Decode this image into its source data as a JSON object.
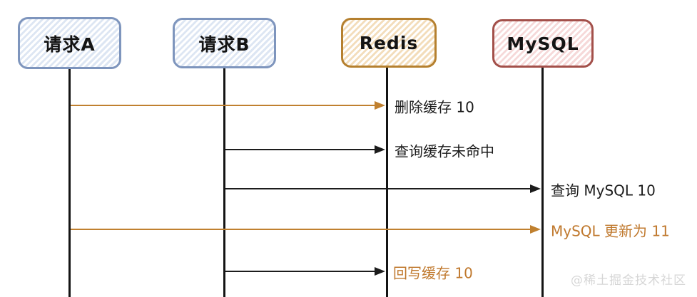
{
  "diagram": {
    "kind": "sequence-diagram",
    "style": "hand-drawn-hachure",
    "actors": [
      {
        "id": "request-a",
        "label": "请求A",
        "border_color": "#7e95bd",
        "stripe_color": "#dde6f3"
      },
      {
        "id": "request-b",
        "label": "请求B",
        "border_color": "#7e95bd",
        "stripe_color": "#dde6f3"
      },
      {
        "id": "redis",
        "label": "Redis",
        "border_color": "#b5802f",
        "stripe_color": "#f3ddbb"
      },
      {
        "id": "mysql",
        "label": "MySQL",
        "border_color": "#a3504a",
        "stripe_color": "#f6d9d9"
      }
    ],
    "messages": [
      {
        "from": "请求A",
        "to": "Redis",
        "label": "删除缓存 10",
        "arrow_color": "#c0802f",
        "label_color": "#1c1c1c"
      },
      {
        "from": "请求B",
        "to": "Redis",
        "label": "查询缓存未命中",
        "arrow_color": "#1c1c1c",
        "label_color": "#1c1c1c"
      },
      {
        "from": "请求B",
        "to": "MySQL",
        "label": "查询 MySQL 10",
        "arrow_color": "#1c1c1c",
        "label_color": "#1c1c1c"
      },
      {
        "from": "请求A",
        "to": "MySQL",
        "label": "MySQL 更新为 11",
        "arrow_color": "#c0802f",
        "label_color": "#c0792e"
      },
      {
        "from": "请求B",
        "to": "Redis",
        "label": "回写缓存 10",
        "arrow_color": "#1c1c1c",
        "label_color": "#c0792e"
      }
    ],
    "watermark": "@稀土掘金技术社区",
    "colors": {
      "lifeline": "#141414",
      "black_text": "#1c1c1c",
      "orange_accent": "#c0802f",
      "watermark_gray": "#d6d6d6"
    }
  }
}
